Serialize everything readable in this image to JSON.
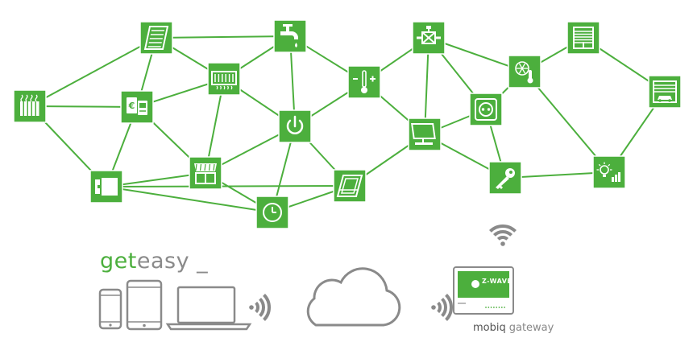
{
  "colors": {
    "accent": "#4caf3d",
    "line": "#4caf3d",
    "device_gray": "#8a8a8a",
    "text_dark": "#555555"
  },
  "nodes": [
    {
      "id": "radiator",
      "icon": "radiator-icon"
    },
    {
      "id": "window-blind",
      "icon": "window-blind-icon"
    },
    {
      "id": "meter-cards",
      "icon": "meter-cards-icon"
    },
    {
      "id": "heater-panel",
      "icon": "heater-panel-icon"
    },
    {
      "id": "faucet",
      "icon": "faucet-icon"
    },
    {
      "id": "thermostat",
      "icon": "thermostat-icon"
    },
    {
      "id": "valve",
      "icon": "valve-icon"
    },
    {
      "id": "fan-thermo",
      "icon": "fan-thermometer-icon"
    },
    {
      "id": "shutter",
      "icon": "roller-shutter-icon"
    },
    {
      "id": "garage",
      "icon": "garage-door-icon"
    },
    {
      "id": "power",
      "icon": "power-icon"
    },
    {
      "id": "socket",
      "icon": "wall-socket-icon"
    },
    {
      "id": "monitor",
      "icon": "monitor-icon"
    },
    {
      "id": "awning",
      "icon": "awning-icon"
    },
    {
      "id": "door-lock",
      "icon": "door-lock-icon"
    },
    {
      "id": "key",
      "icon": "key-icon"
    },
    {
      "id": "light-dim",
      "icon": "light-dimmer-icon"
    },
    {
      "id": "skylight",
      "icon": "skylight-window-icon"
    },
    {
      "id": "clock",
      "icon": "clock-icon"
    }
  ],
  "brand": {
    "part1": "get",
    "part2": "easy _"
  },
  "clients": [
    {
      "icon": "smartphone-icon"
    },
    {
      "icon": "tablet-icon"
    },
    {
      "icon": "laptop-icon"
    }
  ],
  "cloud": {
    "icon": "cloud-icon"
  },
  "gateway": {
    "icon": "gateway-icon",
    "logo_text": "Z-WAVE",
    "caption_part1": "mobiq",
    "caption_part2": "gateway"
  }
}
